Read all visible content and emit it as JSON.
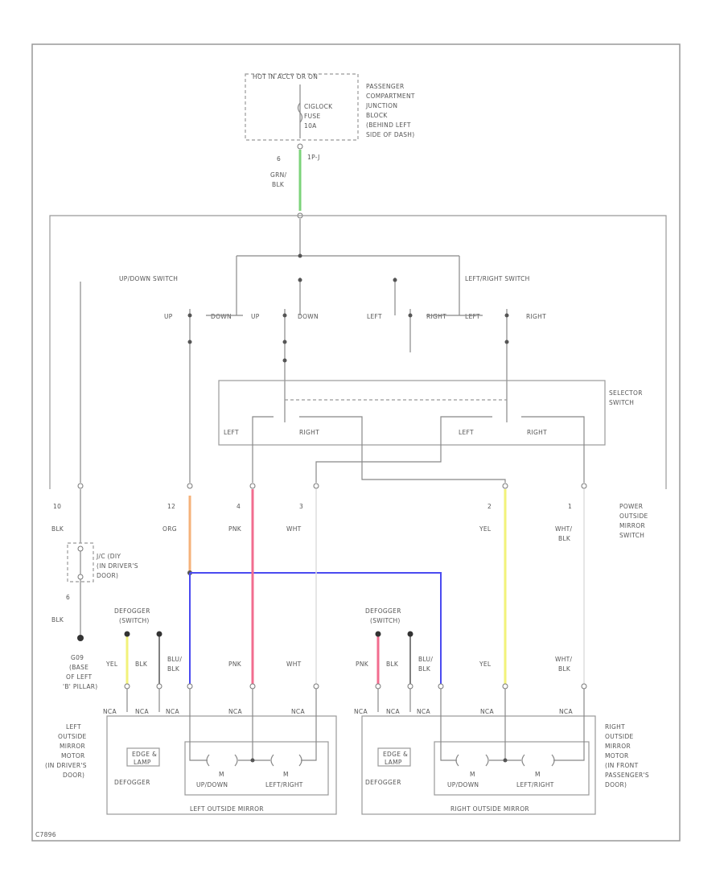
{
  "labels": {
    "hot": "HOT IN ACCY OR ON",
    "fuse1": "CIGLOCK",
    "fuse2": "FUSE",
    "fuse3": "10A",
    "pcjb1": "PASSENGER",
    "pcjb2": "COMPARTMENT",
    "pcjb3": "JUNCTION",
    "pcjb4": "BLOCK",
    "pcjb5": "(BEHIND LEFT",
    "pcjb6": "SIDE OF DASH)",
    "topconn": "1P-J",
    "toppin": "6",
    "grn": "GRN/",
    "blk": "BLK",
    "updown": "UP/DOWN SWITCH",
    "leftright": "LEFT/RIGHT SWITCH",
    "up": "UP",
    "down1": "DOWN",
    "up2": "UP",
    "down2": "DOWN",
    "left1": "LEFT",
    "right1": "RIGHT",
    "left2": "LEFT",
    "right2": "RIGHT",
    "sel1": "SELECTOR",
    "sel2": "SWITCH",
    "sleft1": "LEFT",
    "sright1": "RIGHT",
    "sleft2": "LEFT",
    "sright2": "RIGHT",
    "p10": "10",
    "p12": "12",
    "p4": "4",
    "p3": "3",
    "p2": "2",
    "p1": "1",
    "wblk": "BLK",
    "worg": "ORG",
    "wpnk": "PNK",
    "wwht": "WHT",
    "wyel": "YEL",
    "wwht2": "WHT/",
    "wblk2": "BLK",
    "pwr1": "POWER",
    "pwr2": "OUTSIDE",
    "pwr3": "MIRROR",
    "pwr4": "SWITCH",
    "jc1": "J/C (DIY",
    "jc2": "(IN DRIVER'S",
    "jc3": "DOOR)",
    "g6": "6",
    "gblk": "BLK",
    "gnd1": "G09",
    "gnd2": "(BASE",
    "gnd3": "OF LEFT",
    "gnd4": "'B' PILLAR)",
    "defog1": "DEFOGGER",
    "defog1b": "(SWITCH)",
    "defog2": "DEFOGGER",
    "defog2b": "(SWITCH)",
    "lyel": "YEL",
    "lblk": "BLK",
    "lblu": "BLU/",
    "lblu2": "BLK",
    "lpnk": "PNK",
    "lwht": "WHT",
    "rpnk": "PNK",
    "rblk": "BLK",
    "rblu": "BLU/",
    "rblu2": "BLK",
    "ryel": "YEL",
    "rwht": "WHT/",
    "rwht2": "BLK",
    "nca1": "NCA",
    "nca2": "NCA",
    "nca3": "NCA",
    "nca4": "NCA",
    "nca5": "NCA",
    "nca6": "NCA",
    "nca7": "NCA",
    "nca8": "NCA",
    "nca9": "NCA",
    "nca10": "NCA",
    "lmir1": "LEFT",
    "lmir2": "OUTSIDE",
    "lmir3": "MIRROR",
    "lmir4": "MOTOR",
    "lmir5": "(IN DRIVER'S",
    "lmir6": "DOOR)",
    "rmir1": "RIGHT",
    "rmir2": "OUTSIDE",
    "rmir3": "MIRROR",
    "rmir4": "MOTOR",
    "rmir5": "(IN FRONT",
    "rmir6": "PASSENGER'S",
    "rmir7": "DOOR)",
    "ldefog": "DEFOGGER",
    "rdefog": "DEFOGGER",
    "lheat": "EDGE &",
    "lheat2": "LAMP",
    "rheat": "EDGE &",
    "rheat2": "LAMP",
    "m1": "M",
    "m2": "M",
    "m3": "M",
    "m4": "M",
    "lud": "UP/DOWN",
    "llr": "LEFT/RIGHT",
    "rud": "UP/DOWN",
    "rlr": "LEFT/RIGHT",
    "lmirror": "LEFT OUTSIDE MIRROR",
    "rmirror": "RIGHT OUTSIDE MIRROR",
    "code": "C7896"
  },
  "colors": {
    "grn": "#7CD37A",
    "org": "#F5B27A",
    "pnk": "#F26C8F",
    "blu": "#4B4BF0",
    "yel": "#F2F27A",
    "wht": "#DDDDDD"
  }
}
